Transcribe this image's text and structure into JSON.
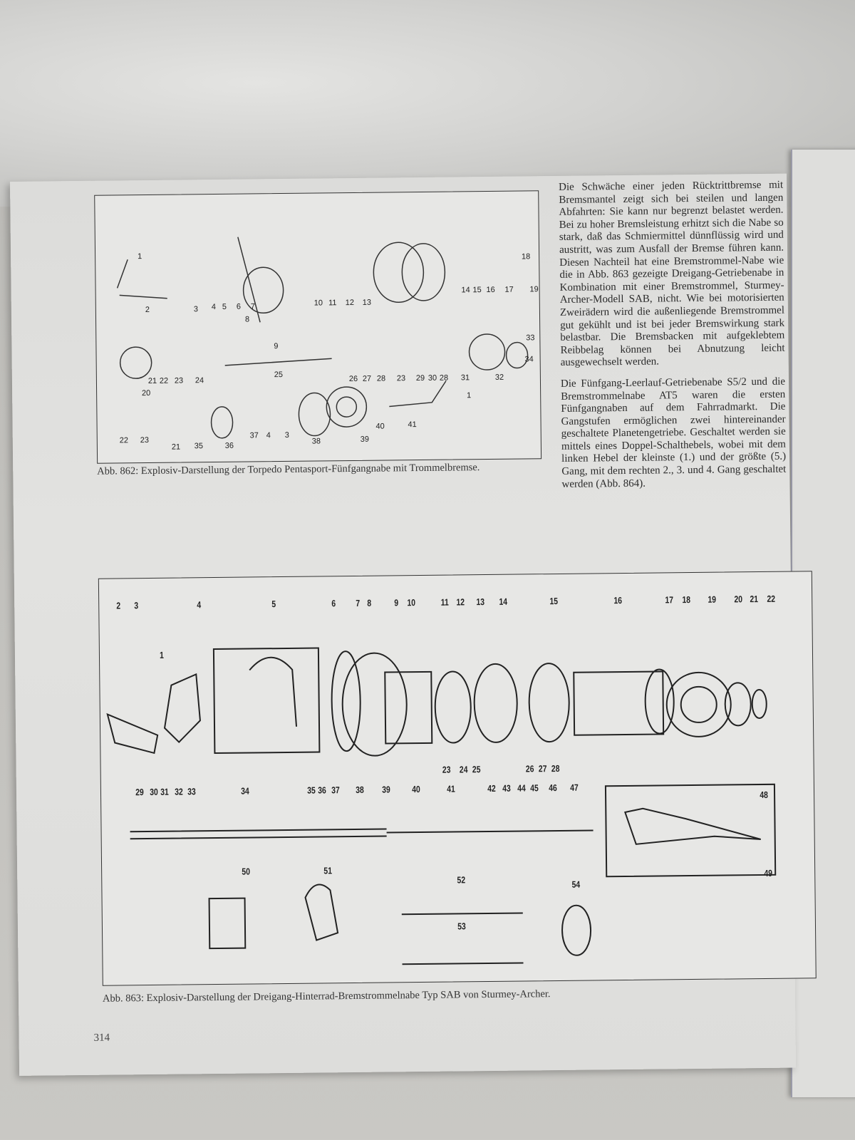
{
  "page_number": "314",
  "figure_862": {
    "caption": "Abb. 862: Explosiv-Darstellung der Torpedo Pentasport-Fünfgangnabe mit Trommelbremse.",
    "part_labels": [
      "1",
      "2",
      "3",
      "4",
      "5",
      "6",
      "7",
      "8",
      "9",
      "10",
      "11",
      "12",
      "13",
      "14",
      "15",
      "16",
      "17",
      "18",
      "19",
      "20",
      "21",
      "22",
      "23",
      "24",
      "25",
      "26",
      "27",
      "28",
      "23",
      "29",
      "30",
      "28",
      "31",
      "32",
      "33",
      "34",
      "22",
      "23",
      "21",
      "35",
      "36",
      "37",
      "4",
      "3",
      "38",
      "39",
      "40",
      "41",
      "1"
    ]
  },
  "figure_863": {
    "caption": "Abb. 863: Explosiv-Darstellung der Dreigang-Hinterrad-Bremstrommelnabe Typ SAB von Sturmey-Archer.",
    "part_labels": [
      "2",
      "3",
      "1",
      "4",
      "5",
      "6",
      "7",
      "8",
      "9",
      "10",
      "11",
      "12",
      "13",
      "14",
      "15",
      "16",
      "17",
      "18",
      "19",
      "20",
      "21",
      "22",
      "23",
      "24",
      "25",
      "26",
      "27",
      "28",
      "29",
      "30",
      "31",
      "32",
      "33",
      "34",
      "35",
      "36",
      "37",
      "38",
      "39",
      "40",
      "41",
      "42",
      "43",
      "44",
      "45",
      "46",
      "47",
      "48",
      "49",
      "50",
      "51",
      "52",
      "53",
      "54"
    ]
  },
  "body_text": {
    "paragraph_1": "Die Schwäche einer jeden Rücktrittbremse mit Bremsmantel zeigt sich bei steilen und langen Abfahrten: Sie kann nur begrenzt belastet werden. Bei zu hoher Bremsleistung erhitzt sich die Nabe so stark, daß das Schmiermittel dünnflüssig wird und austritt, was zum Ausfall der Bremse führen kann. Diesen Nachteil hat eine Bremstrommel-Nabe wie die in Abb. 863 gezeigte Dreigang-Getriebenabe in Kombination mit einer Bremstrommel, Sturmey-Archer-Modell SAB, nicht. Wie bei motorisierten Zweirädern wird die außenliegende Bremstrommel gut gekühlt und ist bei jeder Bremswirkung stark belastbar. Die Bremsbacken mit aufgeklebtem Reibbelag können bei Abnutzung leicht ausgewechselt werden.",
    "paragraph_2": "Die Fünfgang-Leerlauf-Getriebenabe S5/2 und die Bremstrommelnabe AT5 waren die ersten Fünfgangnaben auf dem Fahrradmarkt. Die Gangstufen ermöglichen zwei hintereinander geschaltete Planetengetriebe. Geschaltet werden sie mittels eines Doppel-Schalthebels, wobei mit dem linken Hebel der kleinste (1.) und der größte (5.) Gang, mit dem rechten 2., 3. und 4. Gang geschaltet werden (Abb. 864)."
  }
}
